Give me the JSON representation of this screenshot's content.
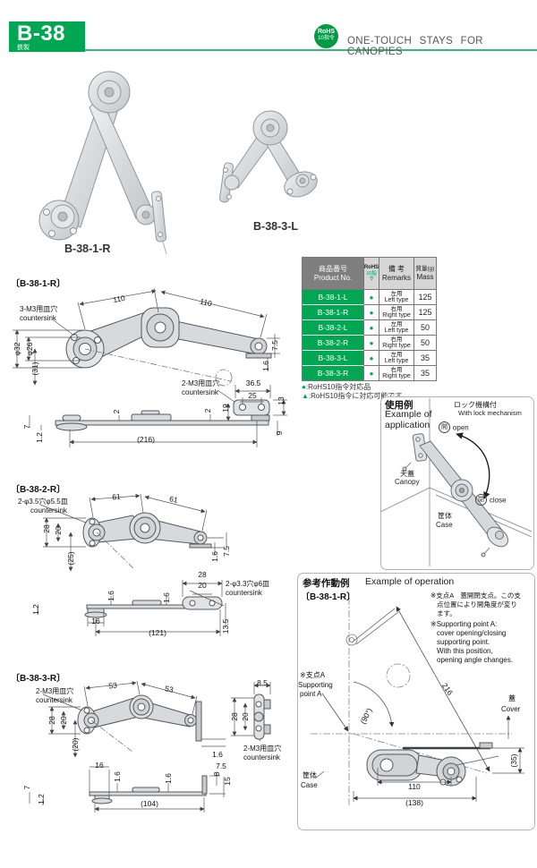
{
  "header": {
    "code": "B-38",
    "material_jp": "鉄製",
    "rohs_badge": {
      "line1": "RoHS",
      "line2": "10指令"
    },
    "page_title": "ONE-TOUCH STAYS FOR CANOPIES",
    "accent_green": "#00A651"
  },
  "photos": {
    "item1_label": "B-38-1-R",
    "item2_label": "B-38-3-L"
  },
  "table": {
    "header": {
      "product_jp": "商品番号",
      "product_en": "Product No.",
      "rohs1": "RoHS",
      "rohs2": "10指令",
      "remarks_jp": "備 考",
      "remarks_en": "Remarks",
      "mass_jp": "質量(g)",
      "mass_en": "Mass"
    },
    "rows": [
      {
        "no": "B-38-1-L",
        "dot": "●",
        "remark_jp": "左用",
        "remark_en": "Left type",
        "mass": "125"
      },
      {
        "no": "B-38-1-R",
        "dot": "●",
        "remark_jp": "右用",
        "remark_en": "Right type",
        "mass": "125"
      },
      {
        "no": "B-38-2-L",
        "dot": "●",
        "remark_jp": "左用",
        "remark_en": "Left type",
        "mass": "50"
      },
      {
        "no": "B-38-2-R",
        "dot": "●",
        "remark_jp": "右用",
        "remark_en": "Right type",
        "mass": "50"
      },
      {
        "no": "B-38-3-L",
        "dot": "●",
        "remark_jp": "左用",
        "remark_en": "Left type",
        "mass": "35"
      },
      {
        "no": "B-38-3-R",
        "dot": "●",
        "remark_jp": "右用",
        "remark_en": "Right type",
        "mass": "35"
      }
    ],
    "footnotes": [
      {
        "sym": "●",
        "text": ":RoHS10指令対応品"
      },
      {
        "sym": "▲",
        "text": ":RoHS10指令に対応可能です。"
      }
    ]
  },
  "application": {
    "title_jp": "使用例",
    "title_en1": "Example of",
    "title_en2": "application",
    "lock_jp": "ロック機構付",
    "lock_en": "With lock mechanism",
    "open_sym": "開",
    "open_label": "open",
    "close_sym": "閉",
    "close_label": "close",
    "canopy_jp": "天蓋",
    "canopy_en": "Canopy",
    "case_jp": "筐体",
    "case_en": "Case"
  },
  "drawing1": {
    "title": "〔B-38-1-R〕",
    "countersink_top_jp": "3-M3用皿穴",
    "countersink_top_en": "countersink",
    "countersink_side_jp": "2-M3用皿穴",
    "countersink_side_en": "countersink",
    "dims": {
      "arm1": "110",
      "arm2": "110",
      "dia_outer": "φ32",
      "dia_inner": "φ26",
      "offset": "(31)",
      "h75": "7.5",
      "t16": "1.6",
      "w365": "36.5",
      "w25": "25",
      "h13": "13",
      "h19": "19",
      "t2a": "2",
      "t2b": "2",
      "total": "(216)",
      "h7": "7",
      "t12": "1.2",
      "h9": "9"
    }
  },
  "drawing2": {
    "title": "〔B-38-2-R〕",
    "countersink_top_jp": "2-φ3.5穴φ5.5皿",
    "countersink_top_en": "countersink",
    "countersink_side_jp": "2-φ3.3穴φ6皿",
    "countersink_side_en": "countersink",
    "dims": {
      "arm1": "61",
      "arm2": "61",
      "h28": "28",
      "h20": "20",
      "offset": "(25)",
      "t16": "1.6",
      "h75": "7.5",
      "w28": "28",
      "w20": "20",
      "t16a": "1.6",
      "t16b": "1.6",
      "t12": "1.2",
      "w16": "16",
      "total": "(121)",
      "h135": "13.5"
    }
  },
  "drawing3": {
    "title": "〔B-38-3-R〕",
    "countersink_top_jp": "2-M3用皿穴",
    "countersink_top_en": "countersink",
    "countersink_side_jp": "2-M3用皿穴",
    "countersink_side_en": "countersink",
    "dims": {
      "arm1": "53",
      "arm2": "53",
      "h28": "28",
      "h20": "20",
      "offset": "(20)",
      "t16": "1.6",
      "h75": "7.5",
      "sv_w": "8.5",
      "sv_h28": "28",
      "sv_h20": "20",
      "w16": "16",
      "t16a": "1.6",
      "t16b": "1.6",
      "h8": "8",
      "h15": "15",
      "h7": "7",
      "t12": "1.2",
      "total": "(104)"
    }
  },
  "operation": {
    "title_jp": "参考作動例",
    "title_en": "Example of operation",
    "model": "〔B-38-1-R〕",
    "note_jp": [
      "※支点A　蓋開閉支点。この支",
      "点位置により開角度が変り",
      "ます。"
    ],
    "note_en": [
      "※Supporting point A:",
      "cover opening/closing",
      "supporting point.",
      "With this position,",
      "opening angle changes."
    ],
    "pivot_jp": "※支点A",
    "pivot_en1": "Supporting",
    "pivot_en2": "point A",
    "cover_jp": "蓋",
    "cover_en": "Cover",
    "case_jp": "筐体",
    "case_en": "Case",
    "dims": {
      "arm": "216",
      "angle": "(90°)",
      "drop": "(35)",
      "len110": "110",
      "len138": "(138)"
    }
  }
}
